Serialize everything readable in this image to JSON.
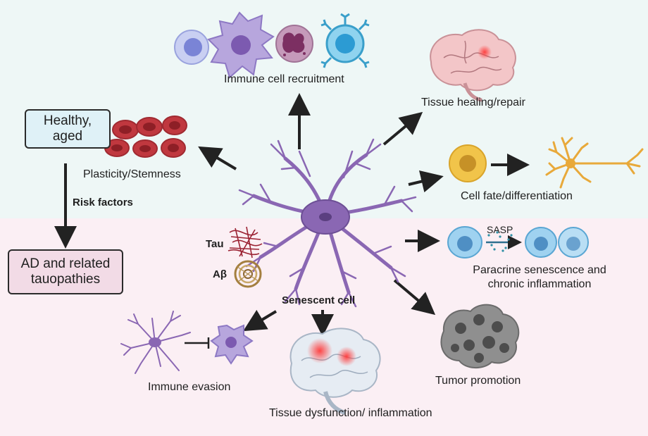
{
  "colors": {
    "top_background": "#eef7f6",
    "bottom_background": "#fbeff4",
    "healthy_box_fill": "#dff1f7",
    "ad_box_fill": "#f2dbe6",
    "neuron": "#8a67b3",
    "arrow": "#222222"
  },
  "boxes": {
    "healthy": "Healthy,\naged",
    "ad": "AD and related\ntauopathies"
  },
  "labels": {
    "risk_factors": "Risk factors",
    "plasticity": "Plasticity/Stemness",
    "immune_recruitment": "Immune cell recruitment",
    "tissue_healing": "Tissue healing/repair",
    "cell_fate": "Cell fate/differentiation",
    "sasp": "SASP",
    "paracrine": "Paracrine senescence and\nchronic inflammation",
    "tumor": "Tumor promotion",
    "tissue_dysfunction": "Tissue dysfunction/ inflammation",
    "immune_evasion": "Immune evasion",
    "senescent_cell": "Senescent cell",
    "tau": "Tau",
    "abeta": "Aβ"
  },
  "icons": [
    "lymphocyte-icon",
    "macrophage-icon",
    "neutrophil-icon",
    "b-cell-icon",
    "red-blood-cell-icon",
    "brain-icon",
    "progenitor-cell-icon",
    "mature-neuron-icon",
    "tau-tangle-icon",
    "amyloid-plaque-icon",
    "tumor-cluster-icon",
    "microglia-icon"
  ]
}
